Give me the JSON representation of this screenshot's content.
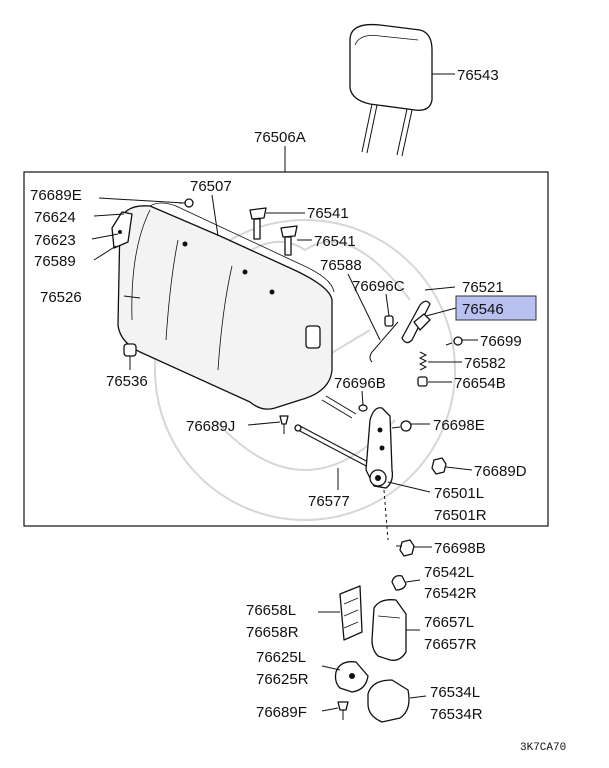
{
  "assembly_label": "76506A",
  "diagram_code": "3K7CA70",
  "highlight_color": "#b8c1f0",
  "highlighted_part": "76546",
  "labels": {
    "p76543": "76543",
    "p76689E": "76689E",
    "p76507": "76507",
    "p76624": "76624",
    "p76623": "76623",
    "p76589": "76589",
    "p76541a": "76541",
    "p76541b": "76541",
    "p76588": "76588",
    "p76526": "76526",
    "p76696C": "76696C",
    "p76521": "76521",
    "p76546": "76546",
    "p76699": "76699",
    "p76582": "76582",
    "p76536": "76536",
    "p76696B": "76696B",
    "p76654B": "76654B",
    "p76689J": "76689J",
    "p76698E": "76698E",
    "p76689D": "76689D",
    "p76501L": "76501L",
    "p76577": "76577",
    "p76501R": "76501R",
    "p76698B": "76698B",
    "p76542L": "76542L",
    "p76542R": "76542R",
    "p76658L": "76658L",
    "p76658R": "76658R",
    "p76657L": "76657L",
    "p76657R": "76657R",
    "p76625L": "76625L",
    "p76625R": "76625R",
    "p76534L": "76534L",
    "p76534R": "76534R",
    "p76689F": "76689F"
  }
}
